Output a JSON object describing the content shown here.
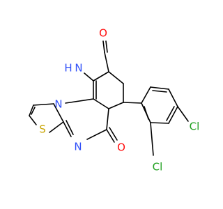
{
  "molecule": {
    "atoms": [
      {
        "id": "O1",
        "label": "O",
        "color": "#ff0d0d"
      },
      {
        "id": "O2",
        "label": "O",
        "color": "#ff0d0d"
      },
      {
        "id": "H1",
        "label": "H",
        "color": "#3050f8"
      },
      {
        "id": "N1",
        "label": "N",
        "color": "#3050f8"
      },
      {
        "id": "N2",
        "label": "N",
        "color": "#3050f8"
      },
      {
        "id": "N3",
        "label": "N",
        "color": "#3050f8"
      },
      {
        "id": "S1",
        "label": "S",
        "color": "#c8a400"
      },
      {
        "id": "CL1",
        "label": "Cl",
        "color": "#1fa01f"
      },
      {
        "id": "CL2",
        "label": "Cl",
        "color": "#1fa01f"
      }
    ],
    "bond_color": "#000000"
  }
}
